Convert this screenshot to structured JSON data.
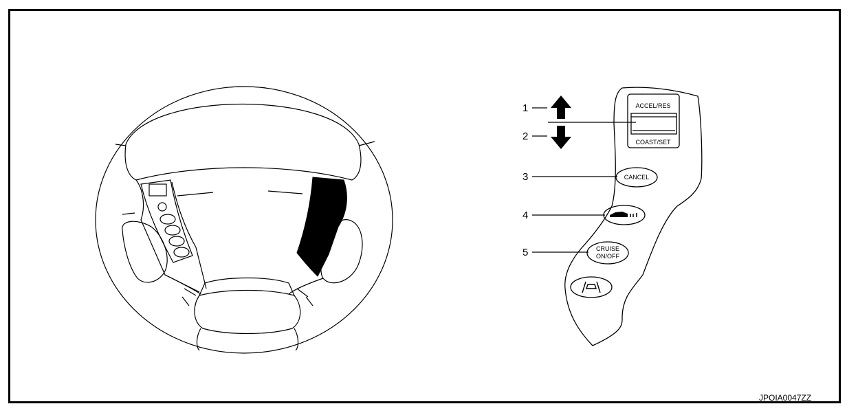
{
  "diagram": {
    "callouts": [
      {
        "number": "1"
      },
      {
        "number": "2"
      },
      {
        "number": "3"
      },
      {
        "number": "4"
      },
      {
        "number": "5"
      }
    ],
    "switch_labels": {
      "accel_res": "ACCEL/RES",
      "coast_set": "COAST/SET",
      "cancel": "CANCEL",
      "cruise_line1": "CRUISE",
      "cruise_line2": "ON/OFF"
    },
    "figure_code": "JPOIA0047ZZ",
    "colors": {
      "line": "#000000",
      "background": "#ffffff"
    }
  }
}
